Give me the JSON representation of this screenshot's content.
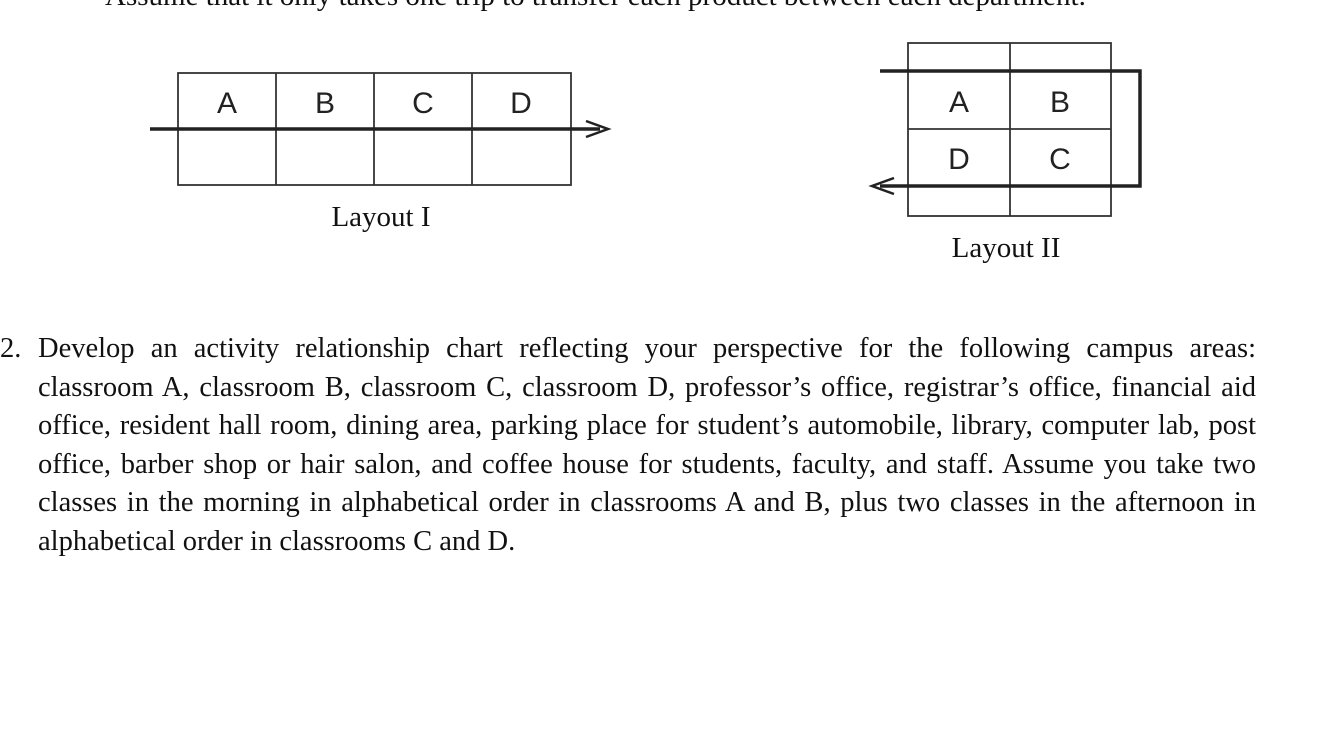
{
  "cut_line_text": "Assume that it only takes one trip to transfer each product between each department.",
  "layout_i": {
    "cells": [
      "A",
      "B",
      "C",
      "D"
    ],
    "caption": "Layout I"
  },
  "layout_ii": {
    "cells": [
      "A",
      "B",
      "D",
      "C"
    ],
    "caption": "Layout II"
  },
  "question": {
    "number": "2.",
    "text": "Develop an activity relationship chart reflecting your perspective for the following campus areas: classroom A, classroom B, classroom C, classroom D, professor’s office, registrar’s office, financial aid office, resident hall room, dining area, parking place for student’s automobile, library, computer lab, post office, barber shop or hair salon, and coffee house for students, faculty, and staff.  Assume you take two classes in the morning in alphabetical order in classrooms A and B, plus two classes in the afternoon in alphabetical order in classrooms C and D."
  }
}
